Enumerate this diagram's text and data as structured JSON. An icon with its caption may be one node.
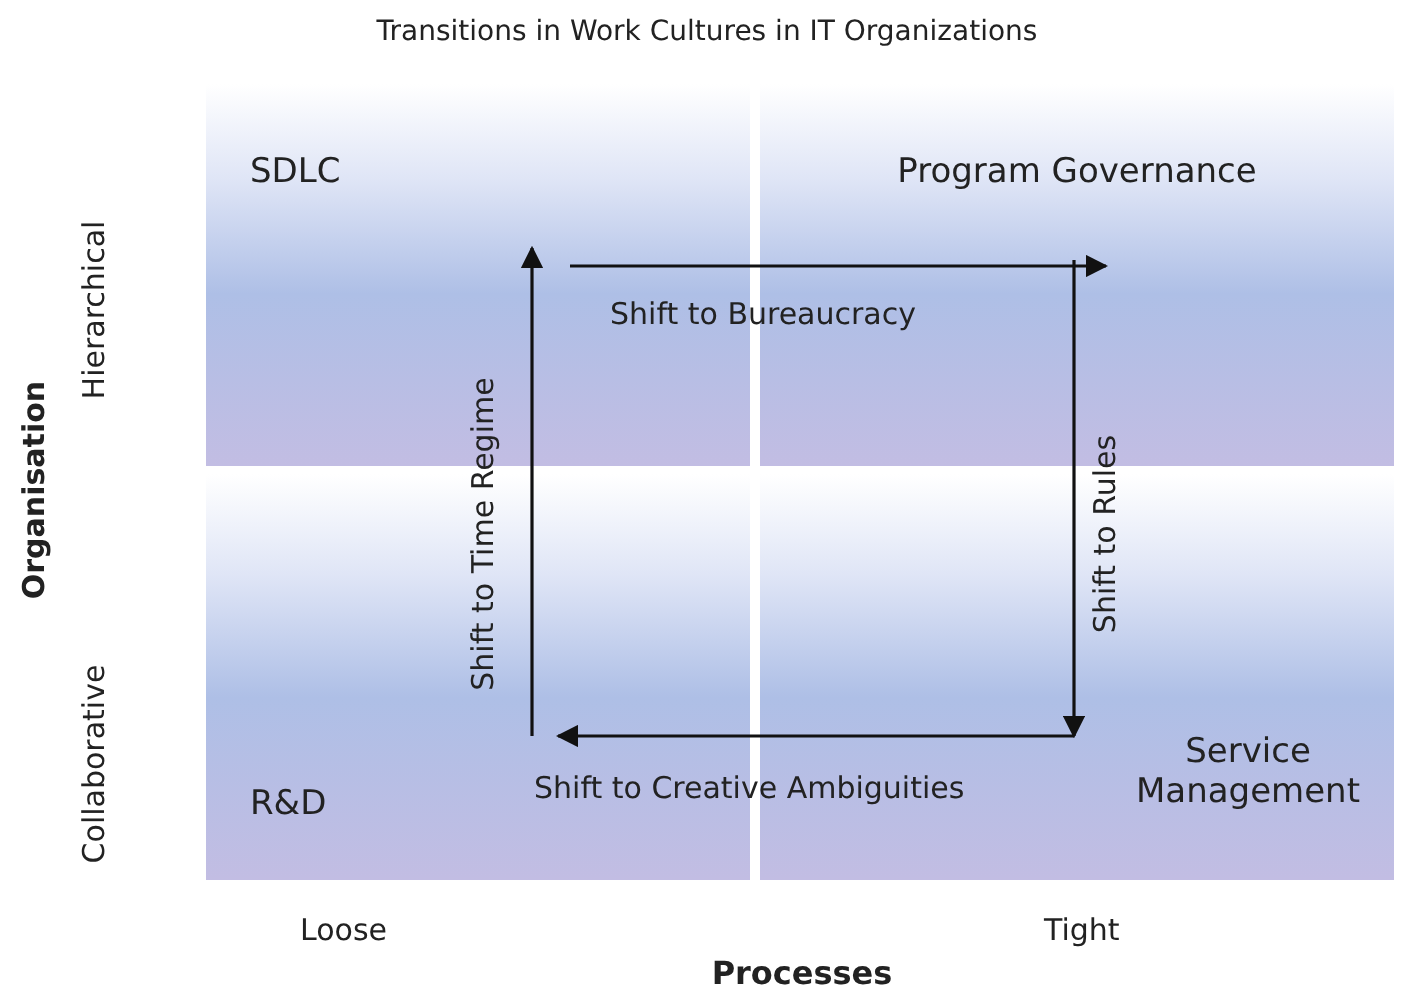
{
  "diagram": {
    "title": "Transitions in Work Cultures in IT Organizations",
    "nodes": [
      {
        "text": [
          "SDLC"
        ]
      },
      {
        "text": [
          "Program Governance"
        ]
      },
      {
        "text": [
          "R&D"
        ]
      },
      {
        "text": [
          "Service Management"
        ]
      }
    ],
    "edges": [
      {
        "from": 0,
        "to": 1,
        "arrow": "to",
        "label": "Shift to Bureaucracy"
      },
      {
        "from": 1,
        "to": 3,
        "arrow": "to",
        "label": "Shift to Rules"
      },
      {
        "from": 3,
        "to": 2,
        "arrow": "to",
        "label": "Shift to Creative Ambiguities"
      },
      {
        "from": 2,
        "to": 0,
        "arrow": "to",
        "label": "Shift to Time Regime"
      }
    ],
    "labels": [
      "Hierarchical",
      "Organisation",
      "Collaborative",
      "Loose",
      "Tight",
      "Processes"
    ]
  }
}
